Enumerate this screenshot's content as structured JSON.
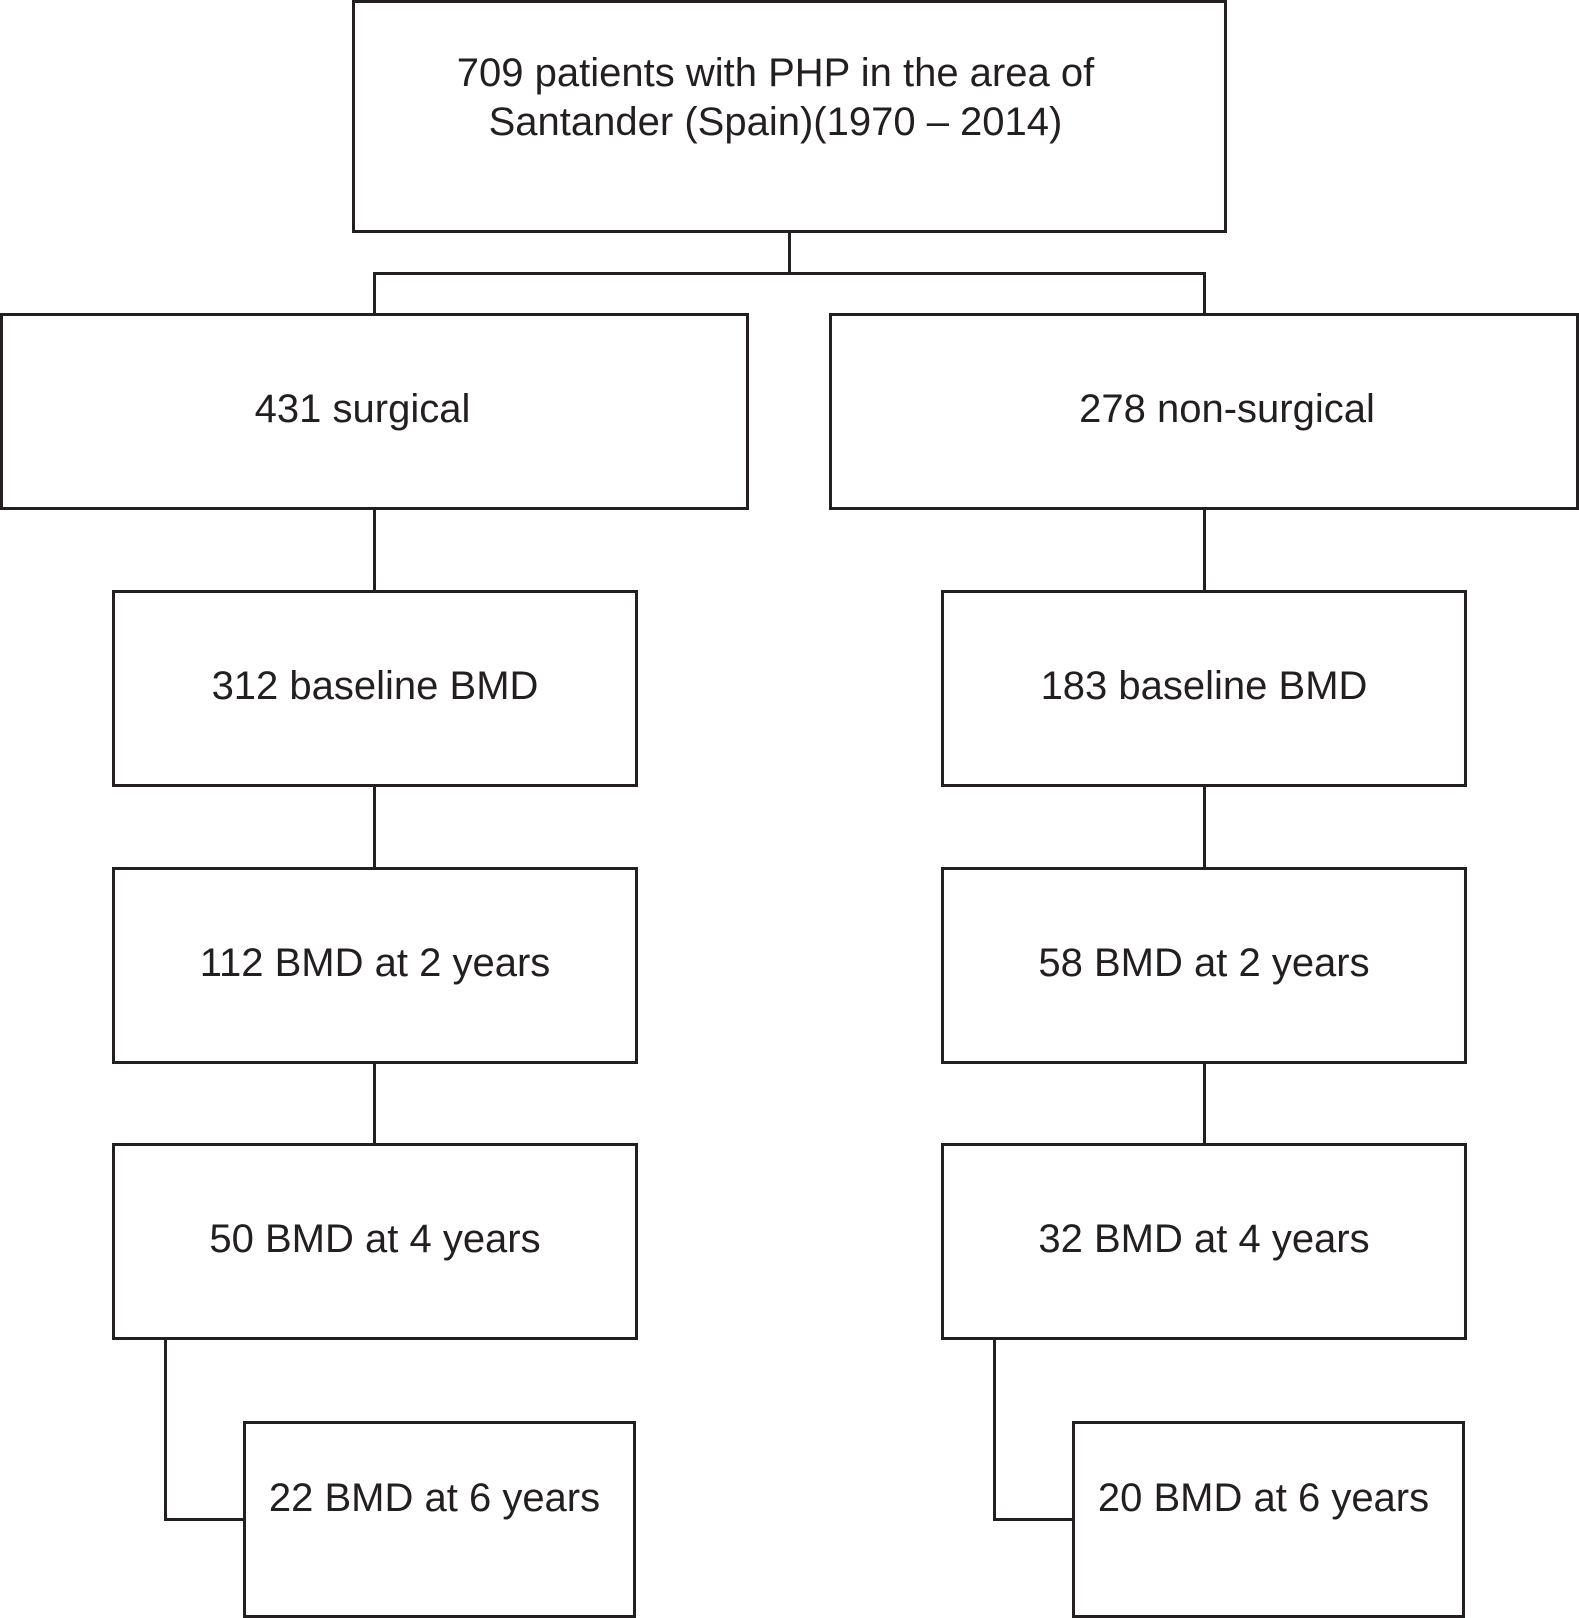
{
  "flowchart": {
    "root": "709 patients with PHP in the area of\nSantander (Spain)(1970 – 2014)",
    "surgical": {
      "group": "431 surgical",
      "baseline": "312 baseline BMD",
      "year2": "112 BMD at 2 years",
      "year4": "50 BMD at 4 years",
      "year6": "22 BMD at 6 years"
    },
    "non_surgical": {
      "group": "278 non-surgical",
      "baseline": "183 baseline BMD",
      "year2": "58 BMD at 2 years",
      "year4": "32 BMD at 4 years",
      "year6": "20 BMD at 6 years"
    }
  }
}
